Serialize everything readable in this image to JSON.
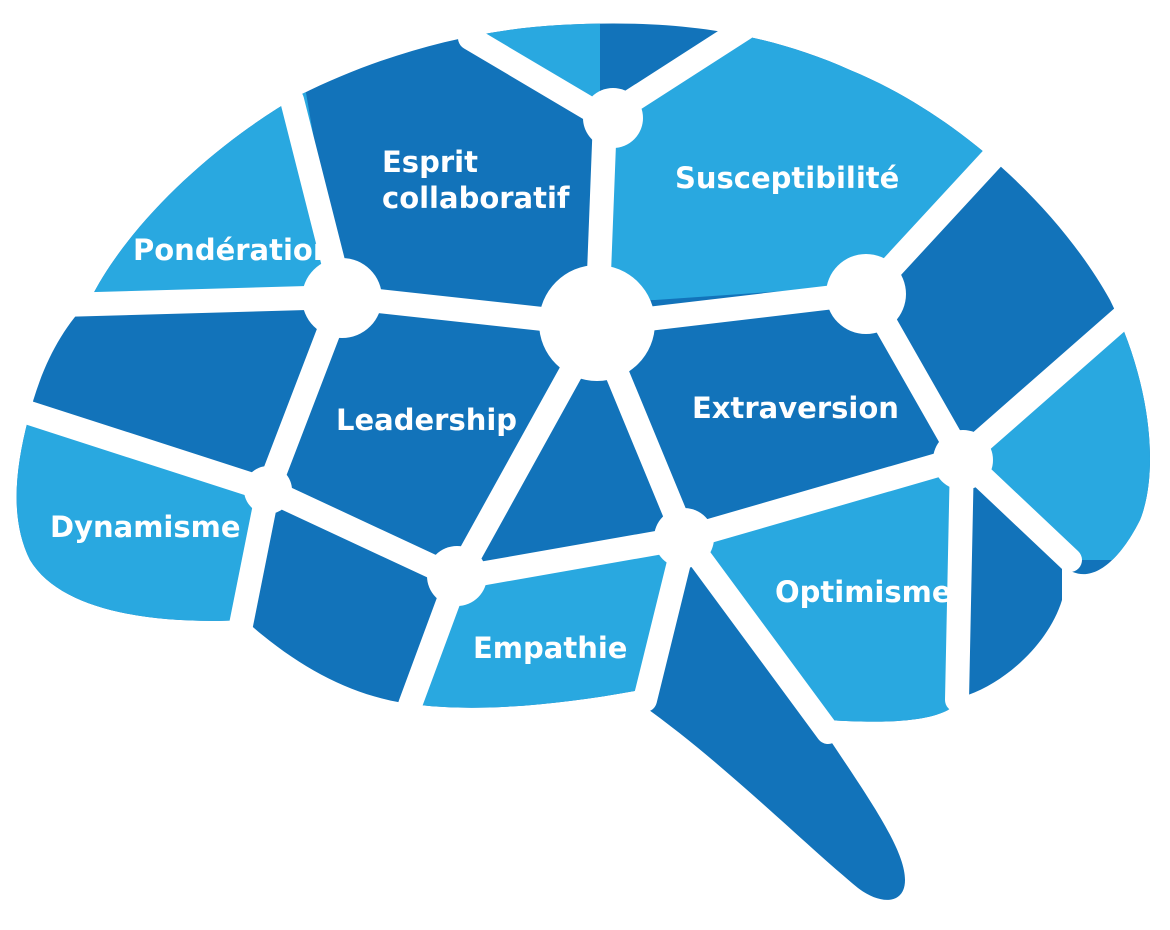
{
  "diagram": {
    "colors": {
      "dark": "#1273BA",
      "light": "#29A8E0",
      "seam": "#ffffff"
    },
    "labels": {
      "esprit_line1": "Esprit",
      "esprit_line2": "collaboratif",
      "susceptibilite": "Susceptibilité",
      "ponderation": "Pondération",
      "leadership": "Leadership",
      "extraversion": "Extraversion",
      "dynamisme": "Dynamisme",
      "empathie": "Empathie",
      "optimisme": "Optimisme"
    }
  }
}
